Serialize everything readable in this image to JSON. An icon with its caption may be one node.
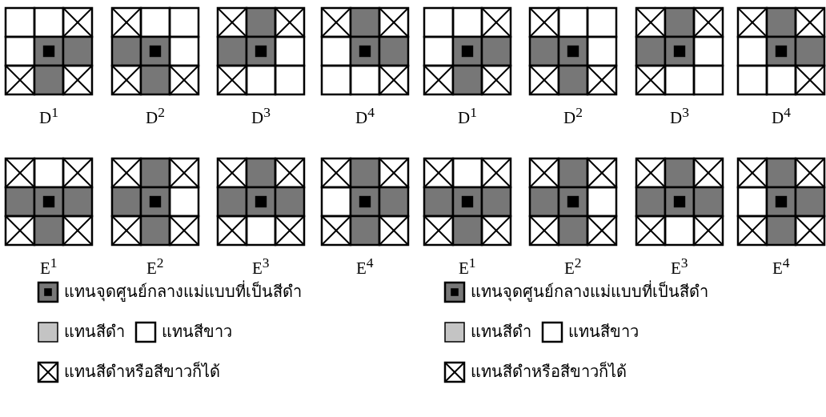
{
  "diagram": {
    "labels": [
      "D$^{1}$",
      "D$^{2}$",
      "D$^{3}$",
      "D$^{4}$",
      "D$^{1}$",
      "D$^{2}$",
      "D$^{3}$",
      "D$^{4}$",
      "E$^{1}$",
      "E$^{2}$",
      "E$^{3}$",
      "E$^{4}$",
      "E$^{1}$",
      "E$^{2}$",
      "E$^{3}$",
      "E$^{4}$"
    ],
    "legend": [
      {
        "text": "แทนจุดศูนย์กลางแม่แบบที่เป็นสีดำ"
      },
      {
        "text": "แทนสีดำ",
        "color": "#c4c4c4"
      },
      {
        "text": "แทนสีขาว"
      },
      {
        "text": "แทนสีดำหรือสีขาวก็ได้"
      },
      {
        "text": "แทนจุดศูนย์กลางแม่แบบที่เป็นสีดำ"
      },
      {
        "text": "แทนสีดำ",
        "color": "#c4c4c4"
      },
      {
        "text": "แทนสีขาว"
      },
      {
        "text": "แทนสีดำหรือสีขาวก็ได้"
      }
    ]
  }
}
